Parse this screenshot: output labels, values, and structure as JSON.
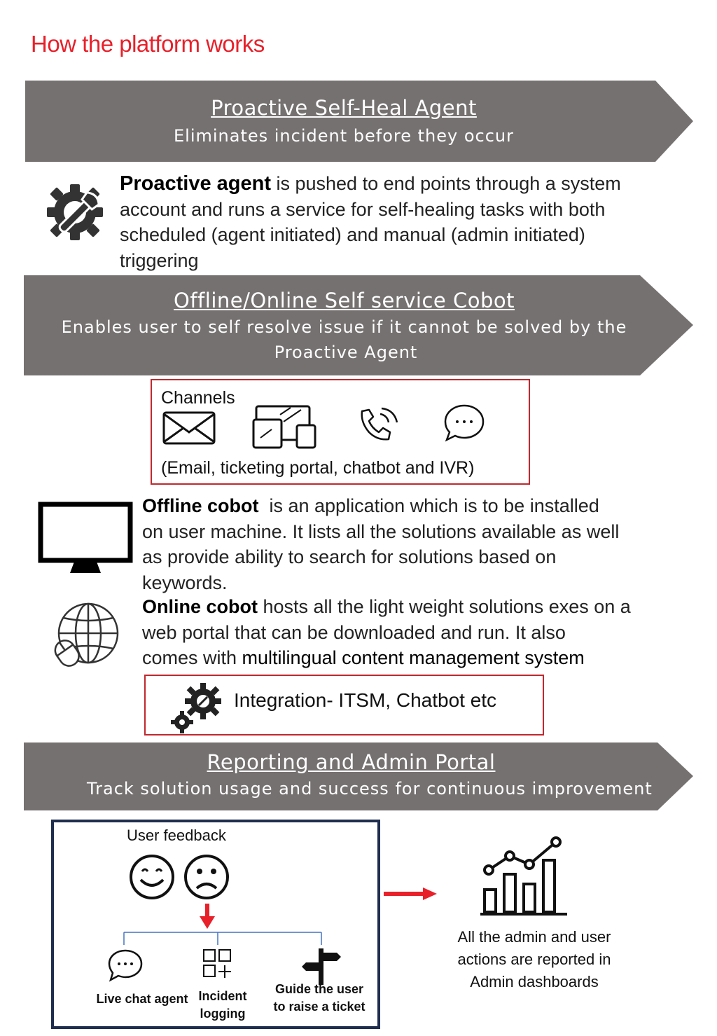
{
  "title": "How the platform works",
  "section1": {
    "heading": "Proactive Self-Heal Agent",
    "subheading": "Eliminates incident before they occur",
    "desc_bold": "Proactive agent",
    "desc_line1": " is pushed to end points through a system",
    "desc_line2": "account and runs a service for self-healing tasks with both",
    "desc_line3": "scheduled (agent initiated) and manual (admin initiated)",
    "desc_line4": "triggering",
    "icon": "gear-wrench-icon"
  },
  "section2": {
    "heading": "Offline/Online Self service Cobot",
    "subheading_line1": "Enables user to self resolve issue if it cannot be solved by the",
    "subheading_line2": "Proactive Agent",
    "channels": {
      "label": "Channels",
      "icons": [
        "email-icon",
        "devices-icon",
        "phone-icon",
        "chat-bubble-icon"
      ],
      "caption": "(Email, ticketing portal, chatbot  and IVR)"
    },
    "offline": {
      "bold": "Offline cobot",
      "line1": "  is an application which is to be installed",
      "line2": "on user machine. It lists all the solutions available as well",
      "line3": "as provide ability to search for solutions based on",
      "line4": "keywords.",
      "icon": "monitor-icon"
    },
    "online": {
      "bold": "Online cobot",
      "line1": " hosts all the light weight solutions exes on a",
      "line2": "web portal that can be downloaded and run. It also",
      "line3_a": "comes with ",
      "line3_b": "multilingual content management system",
      "icon": "globe-mouse-icon"
    },
    "integration": {
      "label": "Integration- ITSM, Chatbot etc",
      "icon": "gears-icon"
    }
  },
  "section3": {
    "heading": "Reporting and Admin Portal",
    "subheading": "Track solution usage and success for continuous improvement",
    "feedback": {
      "label": "User feedback",
      "icons": [
        "happy-face-icon",
        "sad-face-icon"
      ],
      "options": [
        {
          "label_line1": "Live chat agent",
          "label_line2": "",
          "icon": "chat-bubble-icon"
        },
        {
          "label_line1": "Incident",
          "label_line2": "logging",
          "icon": "apps-add-icon"
        },
        {
          "label_line1": "Guide the user",
          "label_line2": "to raise a ticket",
          "icon": "signpost-icon"
        }
      ]
    },
    "report": {
      "line1": "All the admin and user",
      "line2": "actions are reported in",
      "line3": "Admin dashboards",
      "icon": "bar-line-chart-icon"
    }
  }
}
